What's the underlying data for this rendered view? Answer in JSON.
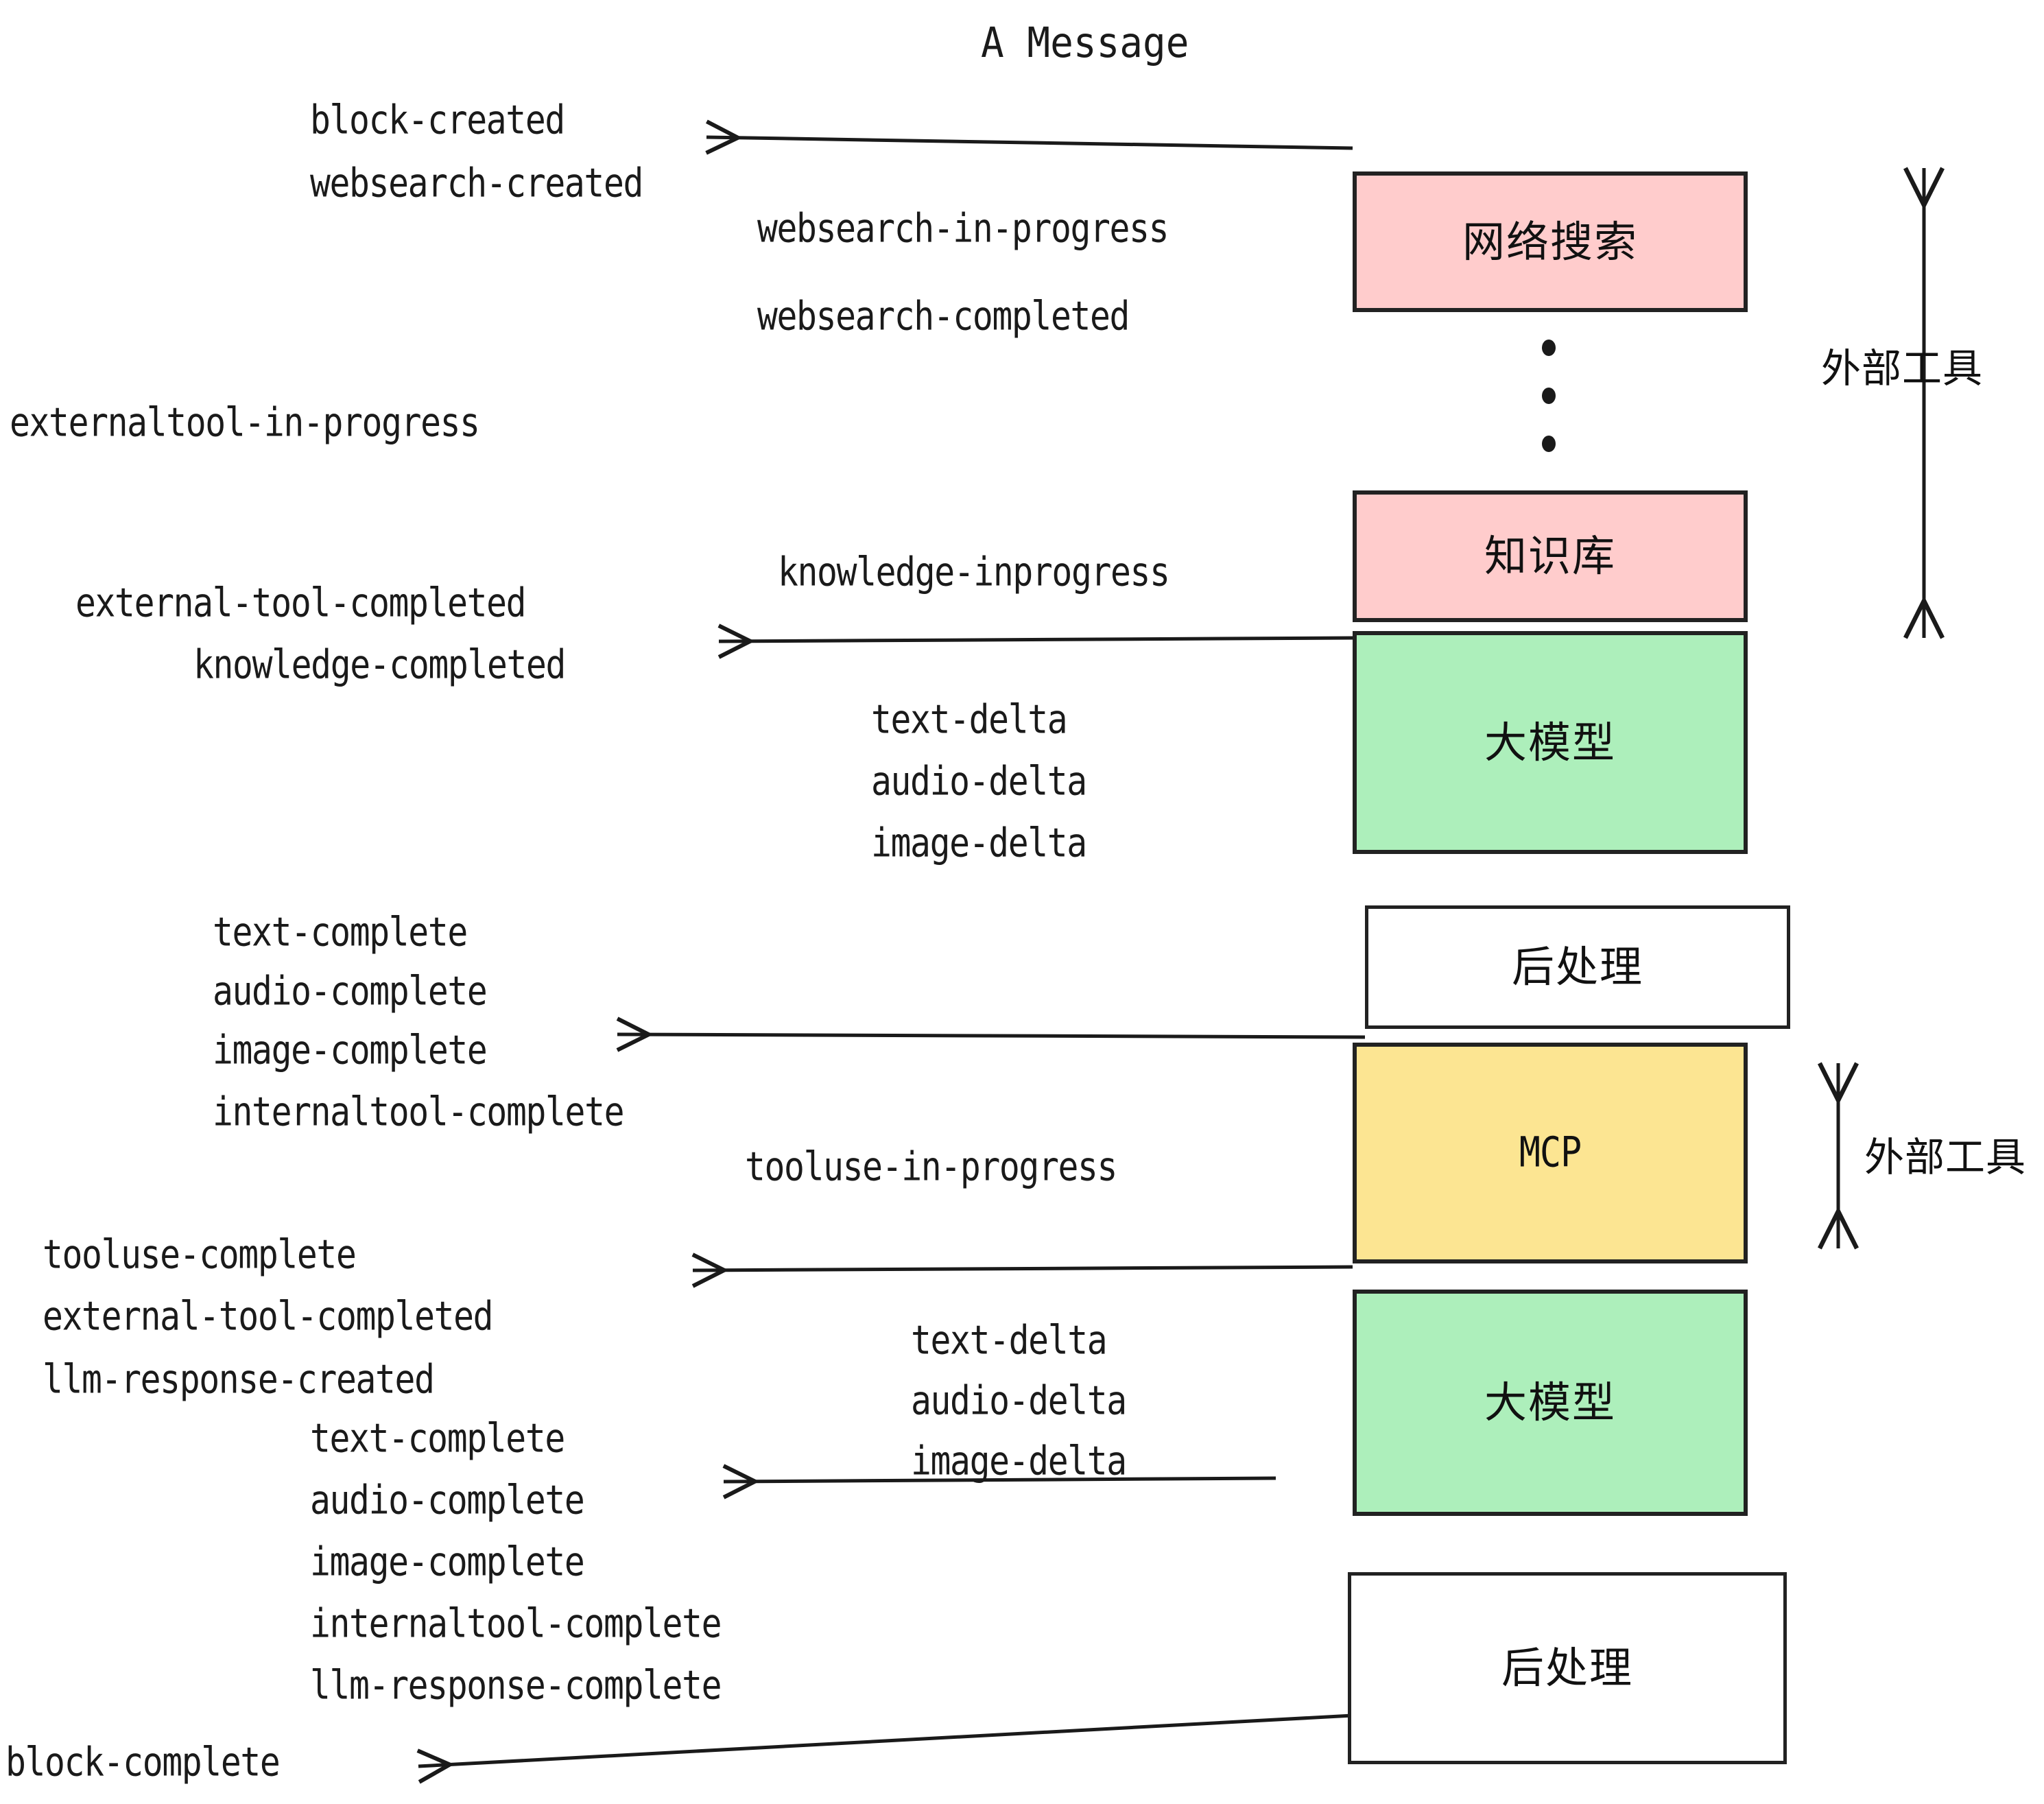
{
  "title": "A Message",
  "colors": {
    "pink": "#FFCCCC",
    "green": "#ADEFBB",
    "yellow": "#FCE592",
    "white": "#FFFFFF",
    "stroke": "#222222",
    "text": "#1A1A1A"
  },
  "boxes": [
    {
      "id": "websearch",
      "label": "网络搜索",
      "fill": "pink"
    },
    {
      "id": "knowledge",
      "label": "知识库",
      "fill": "pink"
    },
    {
      "id": "llm-1",
      "label": "大模型",
      "fill": "green"
    },
    {
      "id": "postprocess-1",
      "label": "后处理",
      "fill": "white"
    },
    {
      "id": "mcp",
      "label": "MCP",
      "fill": "yellow"
    },
    {
      "id": "llm-2",
      "label": "大模型",
      "fill": "green"
    },
    {
      "id": "postprocess-2",
      "label": "后处理",
      "fill": "white"
    }
  ],
  "side_labels": [
    {
      "id": "external-tools-top",
      "label": "外部工具"
    },
    {
      "id": "external-tools-bottom",
      "label": "外部工具"
    }
  ],
  "events": [
    {
      "id": "block-created",
      "label": "block-created"
    },
    {
      "id": "websearch-created",
      "label": "websearch-created"
    },
    {
      "id": "websearch-in-progress",
      "label": "websearch-in-progress"
    },
    {
      "id": "websearch-completed",
      "label": "websearch-completed"
    },
    {
      "id": "externaltool-in-progress",
      "label": "externaltool-in-progress"
    },
    {
      "id": "knowledge-inprogress",
      "label": "knowledge-inprogress"
    },
    {
      "id": "external-tool-completed-1",
      "label": "external-tool-completed"
    },
    {
      "id": "knowledge-completed",
      "label": "knowledge-completed"
    },
    {
      "id": "text-delta-1",
      "label": "text-delta"
    },
    {
      "id": "audio-delta-1",
      "label": "audio-delta"
    },
    {
      "id": "image-delta-1",
      "label": "image-delta"
    },
    {
      "id": "text-complete-1",
      "label": "text-complete"
    },
    {
      "id": "audio-complete-1",
      "label": "audio-complete"
    },
    {
      "id": "image-complete-1",
      "label": "image-complete"
    },
    {
      "id": "internaltool-complete-1",
      "label": "internaltool-complete"
    },
    {
      "id": "tooluse-in-progress",
      "label": "tooluse-in-progress"
    },
    {
      "id": "tooluse-complete",
      "label": "tooluse-complete"
    },
    {
      "id": "external-tool-completed-2",
      "label": "external-tool-completed"
    },
    {
      "id": "llm-response-created",
      "label": "llm-response-created"
    },
    {
      "id": "text-delta-2",
      "label": "text-delta"
    },
    {
      "id": "audio-delta-2",
      "label": "audio-delta"
    },
    {
      "id": "image-delta-2",
      "label": "image-delta"
    },
    {
      "id": "text-complete-2",
      "label": "text-complete"
    },
    {
      "id": "audio-complete-2",
      "label": "audio-complete"
    },
    {
      "id": "image-complete-2",
      "label": "image-complete"
    },
    {
      "id": "internaltool-complete-2",
      "label": "internaltool-complete"
    },
    {
      "id": "llm-response-complete",
      "label": "llm-response-complete"
    },
    {
      "id": "block-complete",
      "label": "block-complete"
    }
  ]
}
